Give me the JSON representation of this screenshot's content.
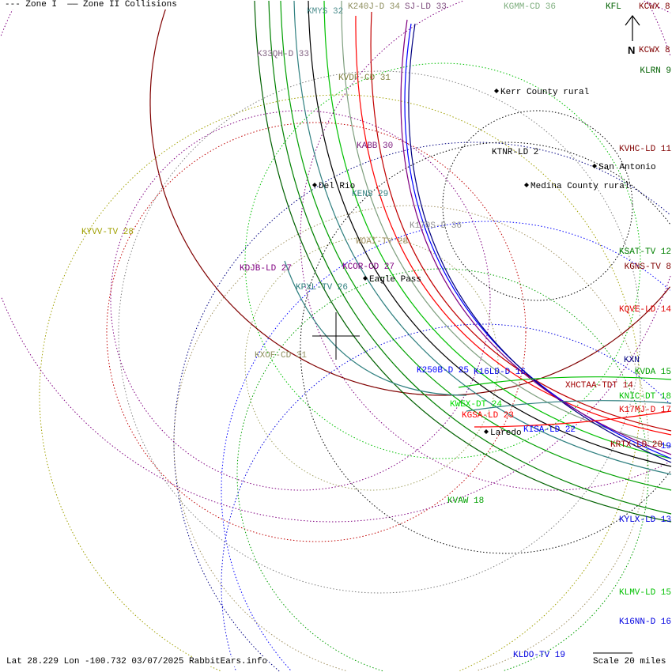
{
  "legend": {
    "zone1": "--- Zone I",
    "zone2": "—— Zone II Collisions"
  },
  "footer": {
    "status": "Lat 28.229 Lon -100.732 03/07/2025 RabbitEars.info",
    "scale": "Scale 20 miles"
  },
  "compass": {
    "label": "N"
  },
  "cities": [
    {
      "name": "Kerr County rural"
    },
    {
      "name": "San Antonio"
    },
    {
      "name": "Del Rio"
    },
    {
      "name": "Medina County rural"
    },
    {
      "name": "Eagle Pass"
    },
    {
      "name": "Laredo"
    }
  ],
  "stations": [
    {
      "text": "KMYS 32",
      "color": "#4f8f8f"
    },
    {
      "text": "K240J-D 34",
      "color": "#8f8f5f"
    },
    {
      "text": "SJ-LD 33",
      "color": "#805080"
    },
    {
      "text": "KGMM-CD 36",
      "color": "#7faf7f"
    },
    {
      "text": "KFL",
      "color": "#006000"
    },
    {
      "text": "KCWX 8",
      "color": "#800000"
    },
    {
      "text": "KCWX 8",
      "color": "#800000"
    },
    {
      "text": "K33QH-D 33",
      "color": "#806080"
    },
    {
      "text": "KVDF-CD 31",
      "color": "#808040"
    },
    {
      "text": "KLRN 9",
      "color": "#006000"
    },
    {
      "text": "KABB 30",
      "color": "#802080"
    },
    {
      "text": "KTNR-LD 2",
      "color": "#000000"
    },
    {
      "text": "KVHC-LD 11",
      "color": "#800000"
    },
    {
      "text": "KENS 29",
      "color": "#308080"
    },
    {
      "text": "KYVV-TV 28",
      "color": "#a0a000"
    },
    {
      "text": "K170S-D 36",
      "color": "#909090"
    },
    {
      "text": "WOAI-TV 28",
      "color": "#a09060"
    },
    {
      "text": "KSAT-TV 12",
      "color": "#008000"
    },
    {
      "text": "KGNS-TV 8",
      "color": "#800000"
    },
    {
      "text": "KDJB-LD 27",
      "color": "#800080"
    },
    {
      "text": "KCOR-CD 27",
      "color": "#800080"
    },
    {
      "text": "KPXL-TV 26",
      "color": "#308080"
    },
    {
      "text": "KQVE-LD 14",
      "color": "#e00000"
    },
    {
      "text": "KXOF-CD 31",
      "color": "#909060"
    },
    {
      "text": "KXN",
      "color": "#000080"
    },
    {
      "text": "KVDA 15",
      "color": "#00a000"
    },
    {
      "text": "K250B-D 25",
      "color": "#0000ff"
    },
    {
      "text": "K16LD-D 16",
      "color": "#0000e0"
    },
    {
      "text": "XHCTAA-TDT 14",
      "color": "#a00000"
    },
    {
      "text": "KNIC-DT 18",
      "color": "#00c000"
    },
    {
      "text": "KWEX-DT 24",
      "color": "#00e000"
    },
    {
      "text": "K17MJ-D 17",
      "color": "#e00000"
    },
    {
      "text": "KGSA-LD 23",
      "color": "#ff0000"
    },
    {
      "text": "KISA-LD 22",
      "color": "#0000ff"
    },
    {
      "text": "KRTX-LD 20",
      "color": "#a00000"
    },
    {
      "text": "19",
      "color": "#0000ff"
    },
    {
      "text": "KVAW 18",
      "color": "#00a000"
    },
    {
      "text": "KYLX-LD 13",
      "color": "#0000e0"
    },
    {
      "text": "KLMV-LD 15",
      "color": "#00c000"
    },
    {
      "text": "K16NN-D 16",
      "color": "#0000e0"
    },
    {
      "text": "KLDO-TV 19",
      "color": "#0000e0"
    }
  ]
}
